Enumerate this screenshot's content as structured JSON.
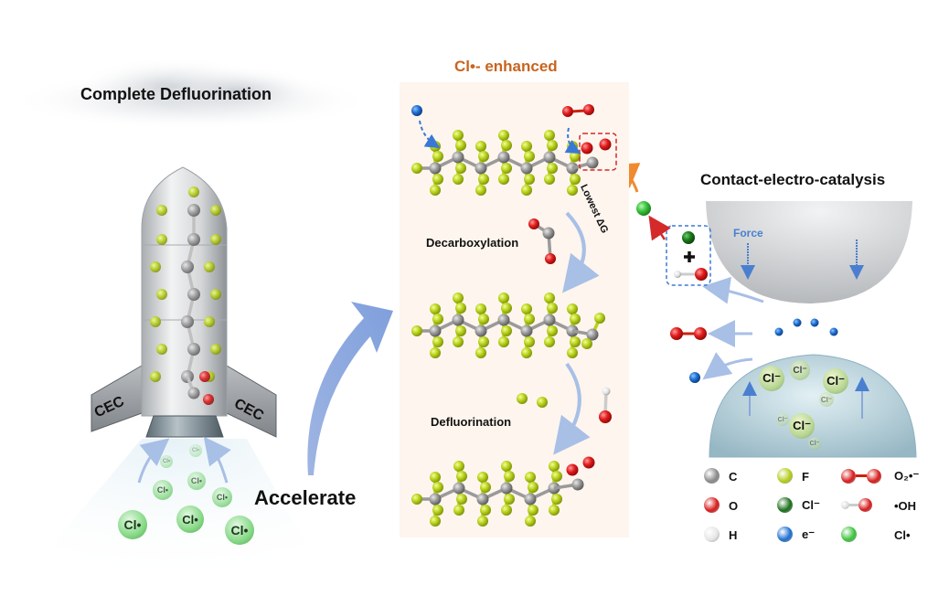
{
  "left": {
    "cloud_title": "Complete Defluorination",
    "fin_left_label": "CEC",
    "fin_right_label": "CEC",
    "accelerate_label": "Accelerate",
    "radical_labels": [
      "Cl•",
      "Cl•",
      "Cl•",
      "Cl•",
      "Cl•",
      "Cl•",
      "Cl•",
      "Cl•"
    ]
  },
  "center": {
    "title": "Cl•- enhanced",
    "title_color": "#c8641e",
    "step1_label": "Decarboxylation",
    "step2_label": "Defluorination",
    "lowest_dg_label": "Lowest ΔG"
  },
  "right": {
    "title": "Contact-electro-catalysis",
    "force_label": "Force",
    "force_color": "#4a7fd0",
    "ion_labels": [
      "Cl⁻",
      "Cl⁻",
      "Cl⁻",
      "Cl⁻",
      "Cl⁻",
      "Cl⁻",
      "Cl⁻"
    ]
  },
  "legend": {
    "items": [
      {
        "symbol": "carbon-atom",
        "label": "C",
        "color": "#8a8a8a"
      },
      {
        "symbol": "fluorine-atom",
        "label": "F",
        "color": "#b5cc1c"
      },
      {
        "symbol": "superoxide-molecule",
        "label": "O₂•⁻",
        "color": "#d81b1b"
      },
      {
        "symbol": "oxygen-atom",
        "label": "O",
        "color": "#d81b1b"
      },
      {
        "symbol": "chloride-ion",
        "label": "Cl⁻",
        "color": "#1a6e1a"
      },
      {
        "symbol": "hydroxyl-radical",
        "label": "•OH",
        "color": "#d81b1b"
      },
      {
        "symbol": "hydrogen-atom",
        "label": "H",
        "color": "#e6e6e6"
      },
      {
        "symbol": "electron",
        "label": "e⁻",
        "color": "#1f6fd1"
      },
      {
        "symbol": "chlorine-radical",
        "label": "Cl•",
        "color": "#3cc43c"
      }
    ]
  }
}
